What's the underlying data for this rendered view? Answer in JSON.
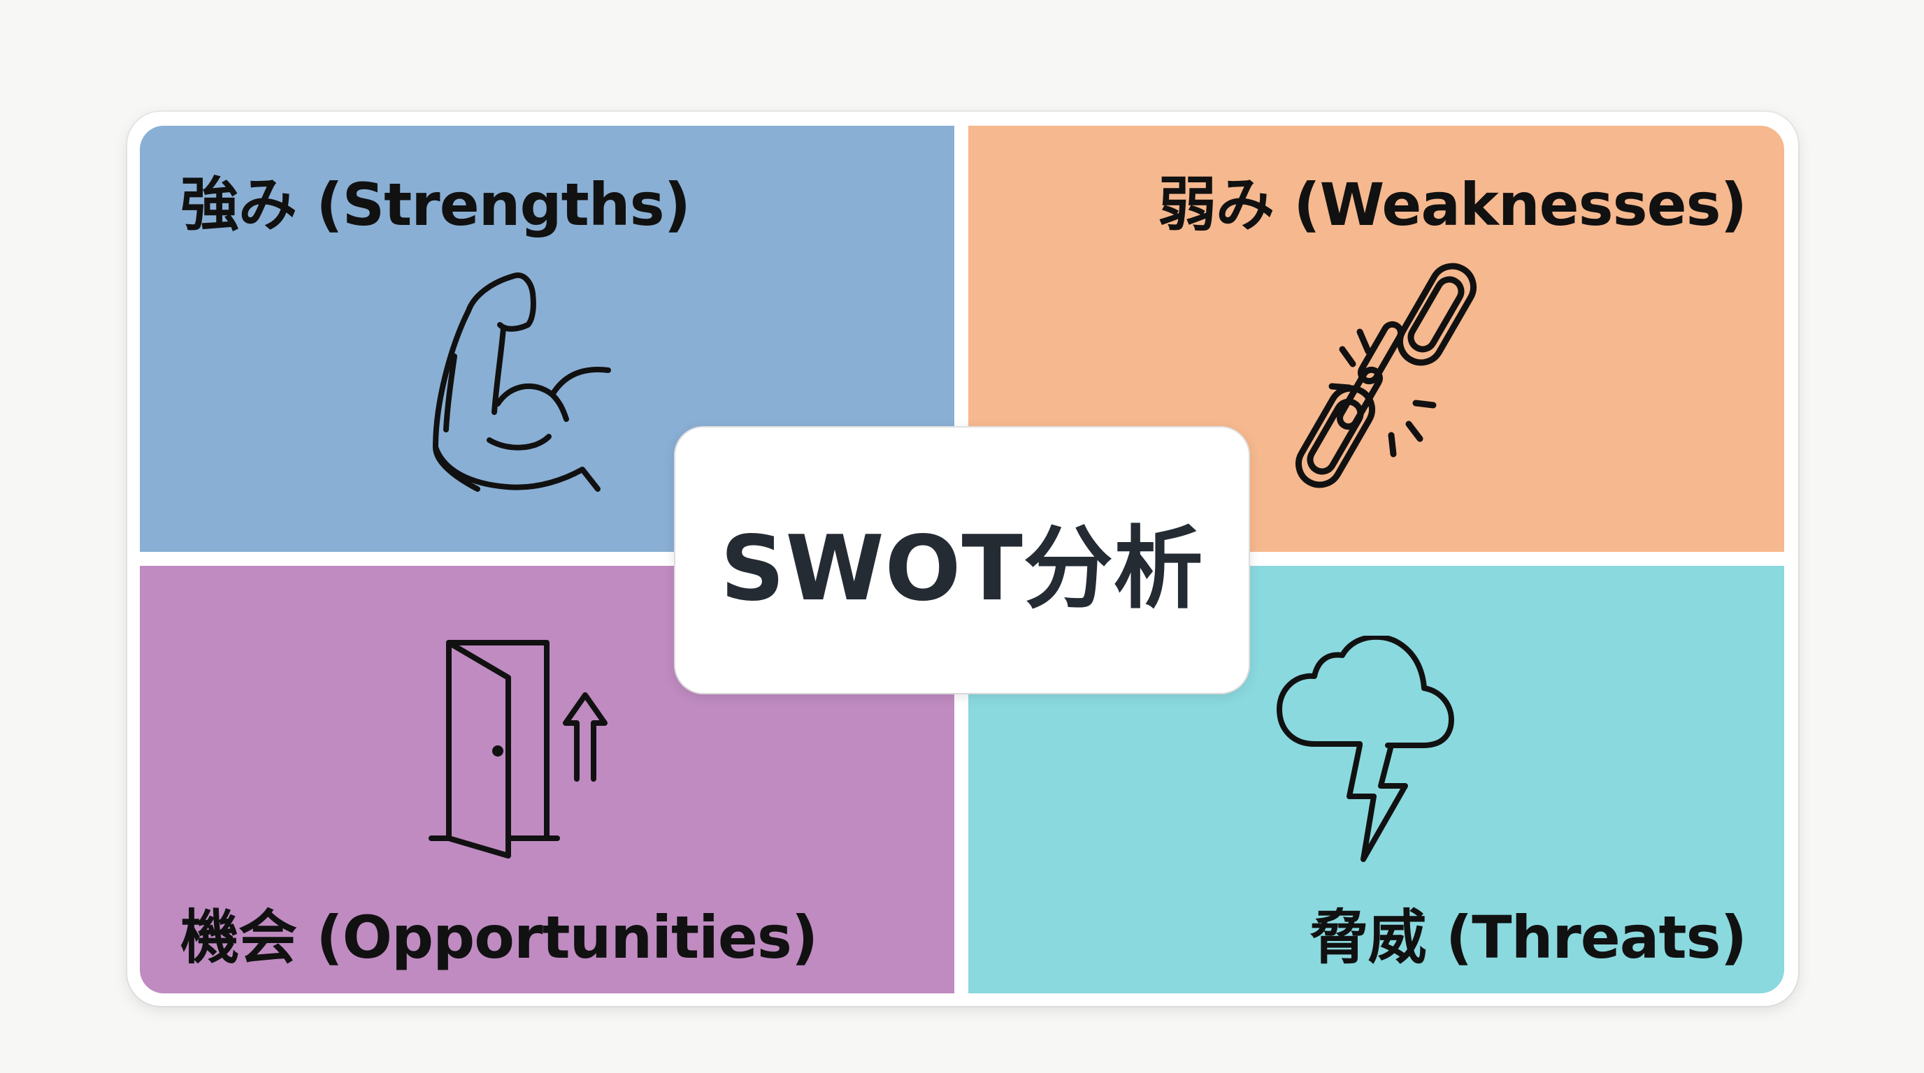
{
  "diagram": {
    "type": "SWOT matrix",
    "center_title": "SWOT分析",
    "colors": {
      "page_background": "#f7f7f5",
      "card_background": "#ffffff",
      "center_text": "#252b33",
      "icon_stroke": "#111111"
    },
    "quadrants": [
      {
        "key": "strengths",
        "label": "強み (Strengths)",
        "icon": "flexed-bicep-icon",
        "color": "#8aafd4",
        "position": "top-left"
      },
      {
        "key": "weaknesses",
        "label": "弱み (Weaknesses)",
        "icon": "broken-chain-icon",
        "color": "#f6b88e",
        "position": "top-right"
      },
      {
        "key": "opportunities",
        "label": "機会 (Opportunities)",
        "icon": "open-door-arrow-icon",
        "color": "#bf8bc1",
        "position": "bottom-left"
      },
      {
        "key": "threats",
        "label": "脅威 (Threats)",
        "icon": "storm-cloud-icon",
        "color": "#8ad9df",
        "position": "bottom-right"
      }
    ]
  }
}
